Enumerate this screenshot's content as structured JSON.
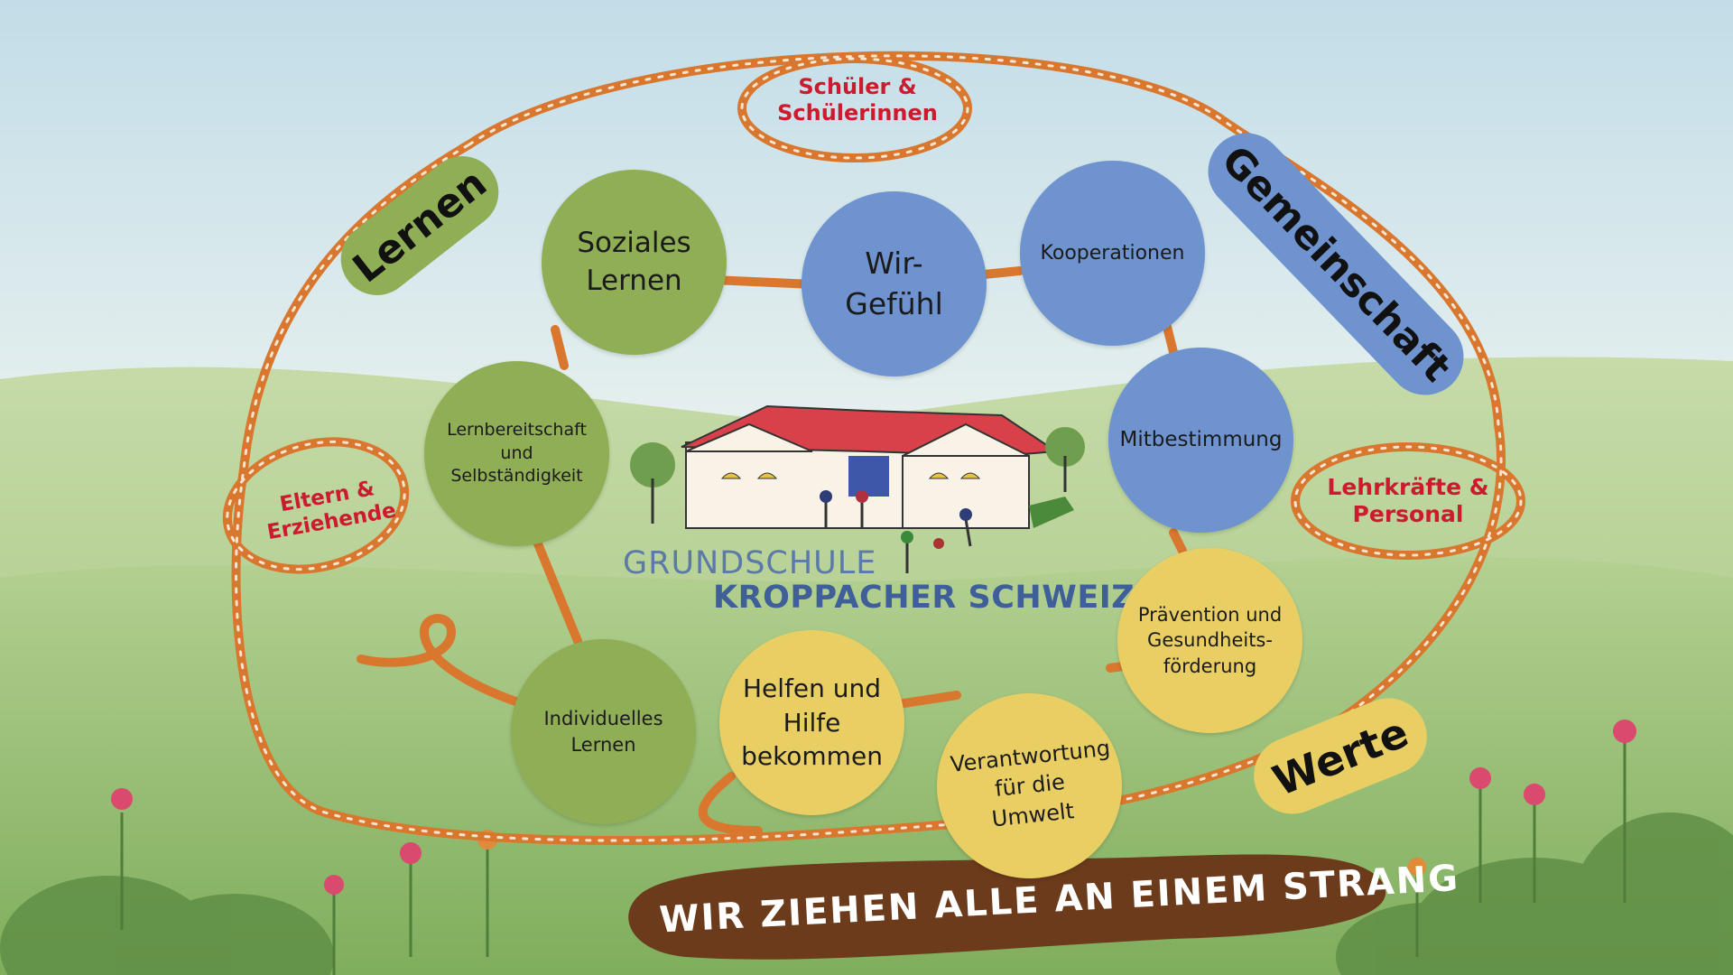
{
  "nodes": {
    "soziales_lernen": "Soziales Lernen",
    "wir_gefuehl": "Wir-Gefühl",
    "kooperationen": "Kooperationen",
    "mitbestimmung": "Mitbestimmung",
    "lernbereitschaft": "Lernbereitschaft und Selbständigkeit",
    "praevention": "Prävention und Gesundheits-förderung",
    "individuelles": "Individuelles Lernen",
    "helfen": "Helfen und Hilfe bekommen",
    "verantwortung": "Verantwortung für die Umwelt"
  },
  "pillars": {
    "lernen": "Lernen",
    "gemeinschaft": "Gemeinschaft",
    "werte": "Werte"
  },
  "groups": {
    "schueler": "Schüler & Schülerinnen",
    "eltern": "Eltern & Erziehende",
    "lehrkraefte": "Lehrkräfte & Personal"
  },
  "school": {
    "line1": "GRUNDSCHULE",
    "line2": "KROPPACHER SCHWEIZ"
  },
  "motto": "WIR ZIEHEN ALLE AN EINEM STRANG",
  "colors": {
    "green": "#8fae55",
    "blue": "#6e93cf",
    "yellow": "#e9cf63",
    "rope": "#d9772e",
    "red_text": "#cc1a2e",
    "banner": "#6b3b1c"
  }
}
